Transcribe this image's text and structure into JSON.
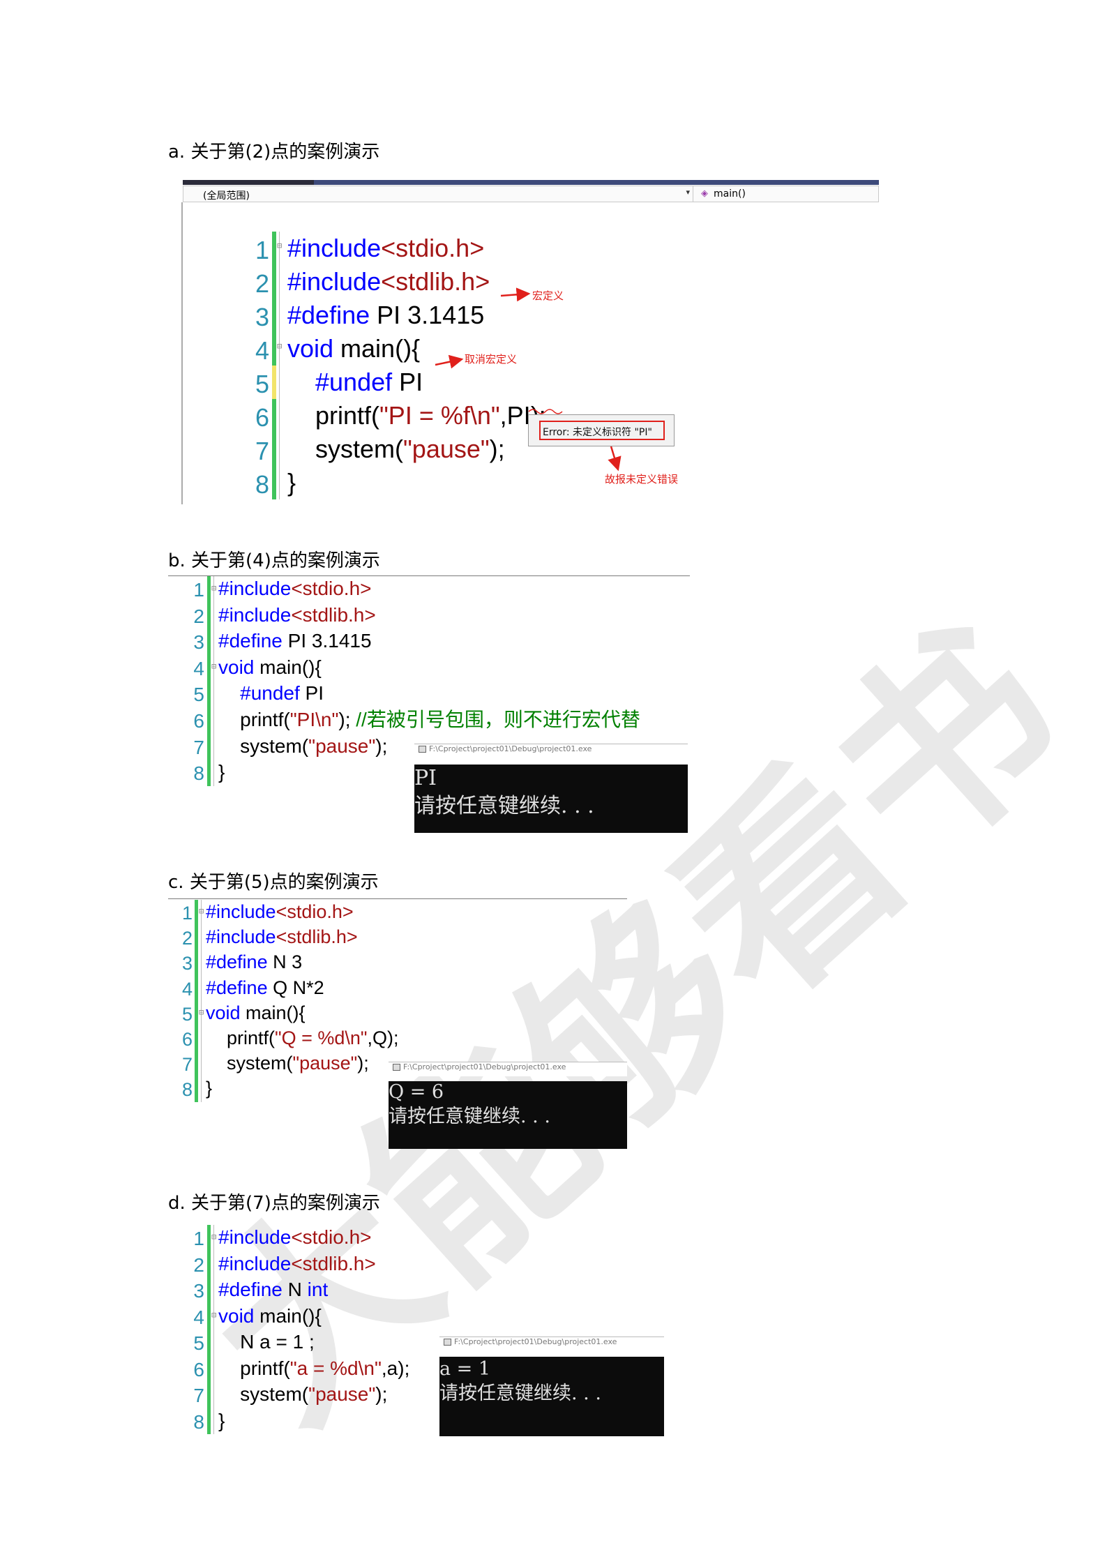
{
  "section_a": {
    "heading": "a. 关于第(2)点的案例演示",
    "toolbar_scope": "(全局范围)",
    "toolbar_func": "main()",
    "lines": [
      {
        "n": "1",
        "parts": [
          [
            "kw",
            "#include"
          ],
          [
            "str",
            "<stdio.h>"
          ]
        ]
      },
      {
        "n": "2",
        "parts": [
          [
            "kw",
            "#include"
          ],
          [
            "str",
            "<stdlib.h>"
          ]
        ]
      },
      {
        "n": "3",
        "parts": [
          [
            "kw",
            "#define"
          ],
          [
            "txt",
            " PI 3.1415"
          ]
        ]
      },
      {
        "n": "4",
        "parts": [
          [
            "kw",
            "void"
          ],
          [
            "txt",
            " main(){"
          ]
        ]
      },
      {
        "n": "5",
        "parts": [
          [
            "txt",
            "    "
          ],
          [
            "kw",
            "#undef"
          ],
          [
            "txt",
            " PI"
          ]
        ]
      },
      {
        "n": "6",
        "parts": [
          [
            "txt",
            "    printf("
          ],
          [
            "str",
            "\"PI = %f\\n\""
          ],
          [
            "txt",
            ",PI);"
          ]
        ]
      },
      {
        "n": "7",
        "parts": [
          [
            "txt",
            "    system("
          ],
          [
            "str",
            "\"pause\""
          ],
          [
            "txt",
            ");"
          ]
        ]
      },
      {
        "n": "8",
        "parts": [
          [
            "txt",
            "}"
          ]
        ]
      }
    ],
    "annot_define": "宏定义",
    "annot_undef": "取消宏定义",
    "error_box": "Error: 未定义标识符 \"PI\"",
    "annot_error": "故报未定义错误"
  },
  "section_b": {
    "heading": "b. 关于第(4)点的案例演示",
    "lines": [
      {
        "n": "1",
        "parts": [
          [
            "kw",
            "#include"
          ],
          [
            "str",
            "<stdio.h>"
          ]
        ]
      },
      {
        "n": "2",
        "parts": [
          [
            "kw",
            "#include"
          ],
          [
            "str",
            "<stdlib.h>"
          ]
        ]
      },
      {
        "n": "3",
        "parts": [
          [
            "kw",
            "#define"
          ],
          [
            "txt",
            " PI 3.1415"
          ]
        ]
      },
      {
        "n": "4",
        "parts": [
          [
            "kw",
            "void"
          ],
          [
            "txt",
            " main(){"
          ]
        ]
      },
      {
        "n": "5",
        "parts": [
          [
            "txt",
            "    "
          ],
          [
            "kw",
            "#undef"
          ],
          [
            "txt",
            " PI"
          ]
        ]
      },
      {
        "n": "6",
        "parts": [
          [
            "txt",
            "    printf("
          ],
          [
            "str",
            "\"PI\\n\""
          ],
          [
            "txt",
            "); "
          ],
          [
            "cmt",
            "//若被引号包围，则不进行宏代替"
          ]
        ]
      },
      {
        "n": "7",
        "parts": [
          [
            "txt",
            "    system("
          ],
          [
            "str",
            "\"pause\""
          ],
          [
            "txt",
            ");"
          ]
        ]
      },
      {
        "n": "8",
        "parts": [
          [
            "txt",
            "}"
          ]
        ]
      }
    ],
    "console_title": "F:\\Cproject\\project01\\Debug\\project01.exe",
    "console_lines": [
      "PI",
      "请按任意键继续. . ."
    ]
  },
  "section_c": {
    "heading": "c. 关于第(5)点的案例演示",
    "lines": [
      {
        "n": "1",
        "parts": [
          [
            "kw",
            "#include"
          ],
          [
            "str",
            "<stdio.h>"
          ]
        ]
      },
      {
        "n": "2",
        "parts": [
          [
            "kw",
            "#include"
          ],
          [
            "str",
            "<stdlib.h>"
          ]
        ]
      },
      {
        "n": "3",
        "parts": [
          [
            "kw",
            "#define"
          ],
          [
            "txt",
            " N 3"
          ]
        ]
      },
      {
        "n": "4",
        "parts": [
          [
            "kw",
            "#define"
          ],
          [
            "txt",
            " Q N*2"
          ]
        ]
      },
      {
        "n": "5",
        "parts": [
          [
            "kw",
            "void"
          ],
          [
            "txt",
            " main(){"
          ]
        ]
      },
      {
        "n": "6",
        "parts": [
          [
            "txt",
            "    printf("
          ],
          [
            "str",
            "\"Q = %d\\n\""
          ],
          [
            "txt",
            ",Q);"
          ]
        ]
      },
      {
        "n": "7",
        "parts": [
          [
            "txt",
            "    system("
          ],
          [
            "str",
            "\"pause\""
          ],
          [
            "txt",
            ");"
          ]
        ]
      },
      {
        "n": "8",
        "parts": [
          [
            "txt",
            "}"
          ]
        ]
      }
    ],
    "console_title": "F:\\Cproject\\project01\\Debug\\project01.exe",
    "console_lines": [
      "Q = 6",
      "请按任意键继续. . ."
    ]
  },
  "section_d": {
    "heading": "d. 关于第(7)点的案例演示",
    "lines": [
      {
        "n": "1",
        "parts": [
          [
            "kw",
            "#include"
          ],
          [
            "str",
            "<stdio.h>"
          ]
        ]
      },
      {
        "n": "2",
        "parts": [
          [
            "kw",
            "#include"
          ],
          [
            "str",
            "<stdlib.h>"
          ]
        ]
      },
      {
        "n": "3",
        "parts": [
          [
            "kw",
            "#define"
          ],
          [
            "txt",
            " N "
          ],
          [
            "kw",
            "int"
          ]
        ]
      },
      {
        "n": "4",
        "parts": [
          [
            "kw",
            "void"
          ],
          [
            "txt",
            " main(){"
          ]
        ]
      },
      {
        "n": "5",
        "parts": [
          [
            "txt",
            "    N a = 1 ;"
          ]
        ]
      },
      {
        "n": "6",
        "parts": [
          [
            "txt",
            "    printf("
          ],
          [
            "str",
            "\"a = %d\\n\""
          ],
          [
            "txt",
            ",a);"
          ]
        ]
      },
      {
        "n": "7",
        "parts": [
          [
            "txt",
            "    system("
          ],
          [
            "str",
            "\"pause\""
          ],
          [
            "txt",
            ");"
          ]
        ]
      },
      {
        "n": "8",
        "parts": [
          [
            "txt",
            "}"
          ]
        ]
      }
    ],
    "console_title": "F:\\Cproject\\project01\\Debug\\project01.exe",
    "console_lines": [
      "a = 1",
      "请按任意键继续. . ."
    ]
  },
  "watermark": "大能够看书",
  "colors": {
    "keyword": "#0000ff",
    "string": "#a31515",
    "comment": "#008000",
    "line_number": "#2b91af",
    "change_bar": "#3fc35b",
    "annotation": "#e0201b"
  }
}
